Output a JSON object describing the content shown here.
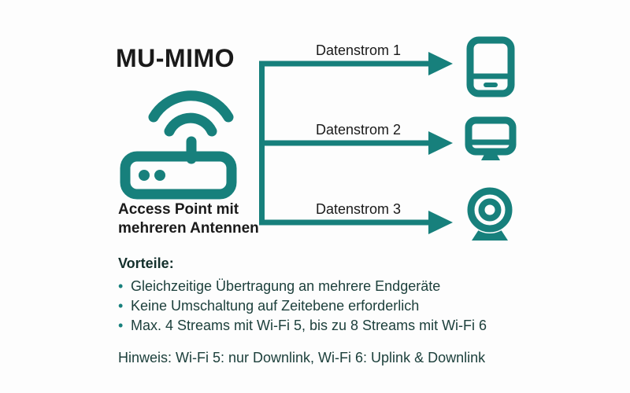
{
  "title": "MU-MIMO",
  "access_point": {
    "label_line1": "Access Point mit",
    "label_line2": "mehreren Antennen",
    "icon": "wifi-router-icon"
  },
  "streams": [
    {
      "label": "Datenstrom 1",
      "target_icon": "tablet-icon"
    },
    {
      "label": "Datenstrom 2",
      "target_icon": "monitor-icon"
    },
    {
      "label": "Datenstrom 3",
      "target_icon": "webcam-icon"
    }
  ],
  "benefits": {
    "heading": "Vorteile:",
    "items": [
      "Gleichzeitige Übertragung an mehrere Endgeräte",
      "Keine Umschaltung auf Zeitebene erforderlich",
      "Max. 4 Streams mit Wi-Fi 5, bis zu 8 Streams mit Wi-Fi 6"
    ]
  },
  "note": "Hinweis: Wi-Fi 5: nur Downlink, Wi-Fi 6: Uplink & Downlink",
  "colors": {
    "accent": "#17807c",
    "text_dark": "#1d403c",
    "title_text": "#1a1a1a",
    "background": "#fdfdfd"
  }
}
